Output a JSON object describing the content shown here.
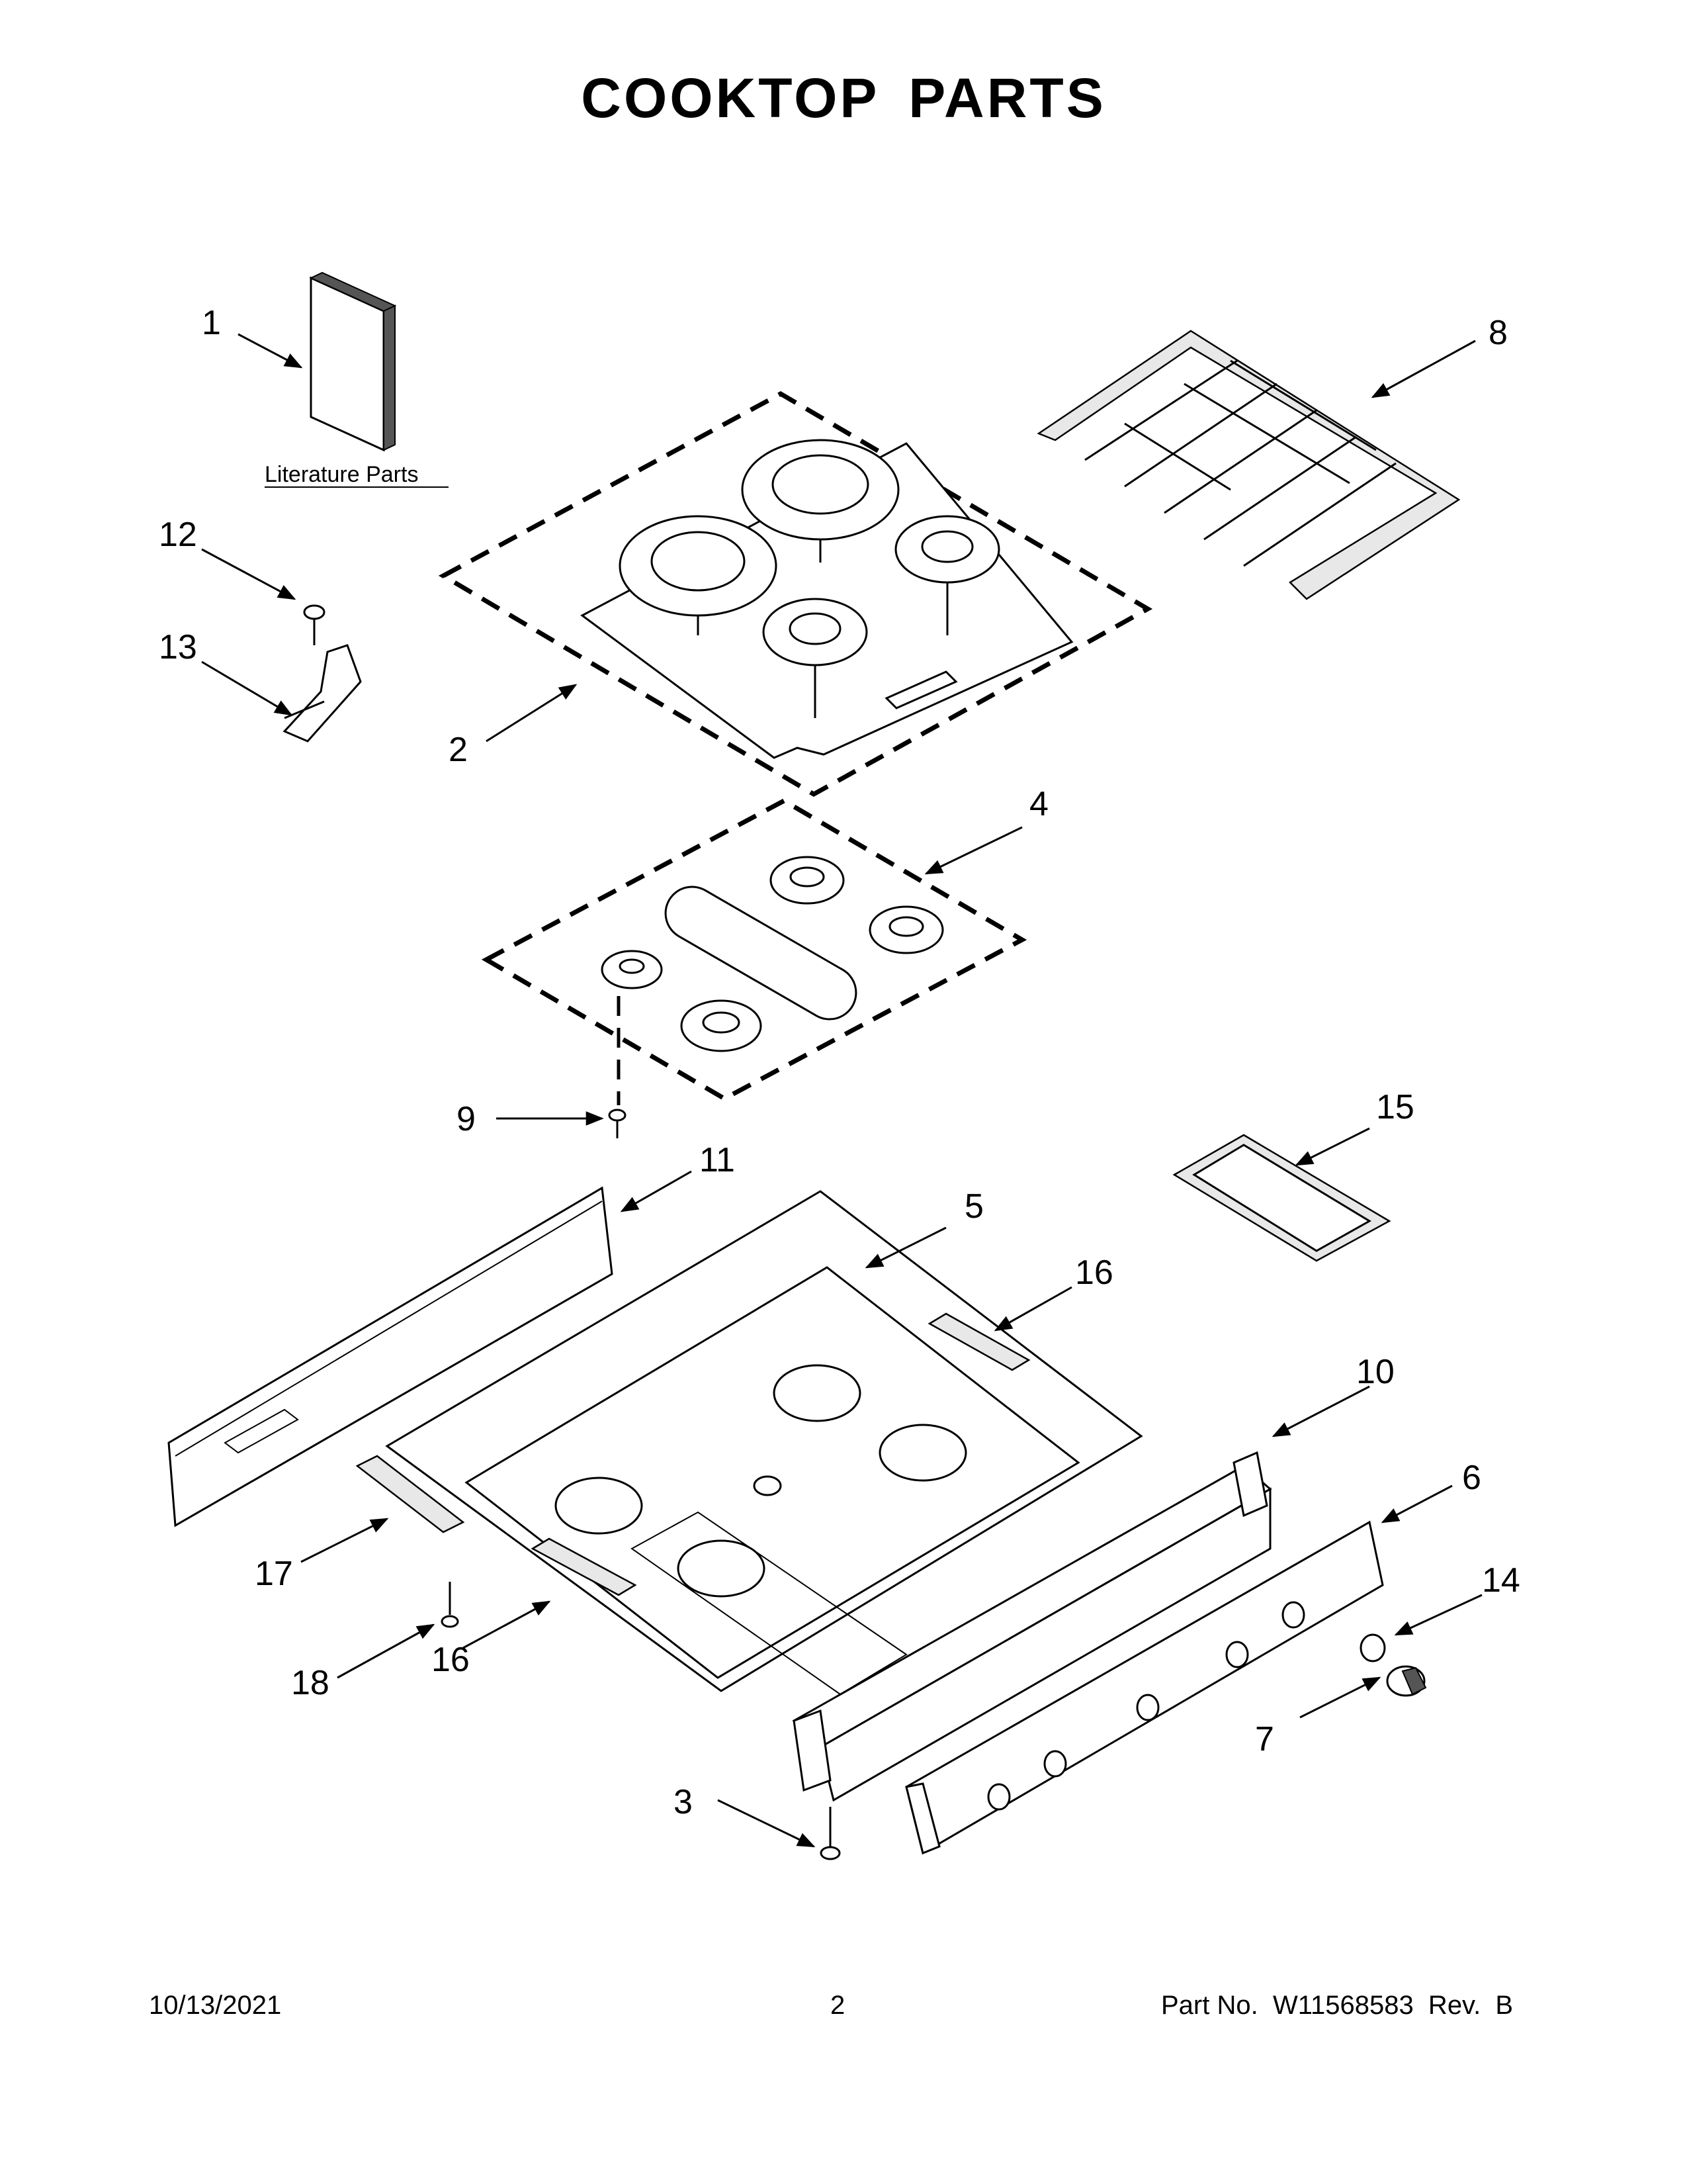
{
  "title": "COOKTOP PARTS",
  "literature_label": "Literature Parts",
  "callouts": {
    "c1": "1",
    "c2": "2",
    "c3": "3",
    "c4": "4",
    "c5": "5",
    "c6": "6",
    "c7": "7",
    "c8": "8",
    "c9": "9",
    "c10": "10",
    "c11": "11",
    "c12": "12",
    "c13": "13",
    "c14": "14",
    "c15": "15",
    "c16a": "16",
    "c16b": "16",
    "c17": "17",
    "c18": "18"
  },
  "footer": {
    "date": "10/13/2021",
    "page": "2",
    "part_no": "Part No.  W11568583  Rev.  B"
  }
}
